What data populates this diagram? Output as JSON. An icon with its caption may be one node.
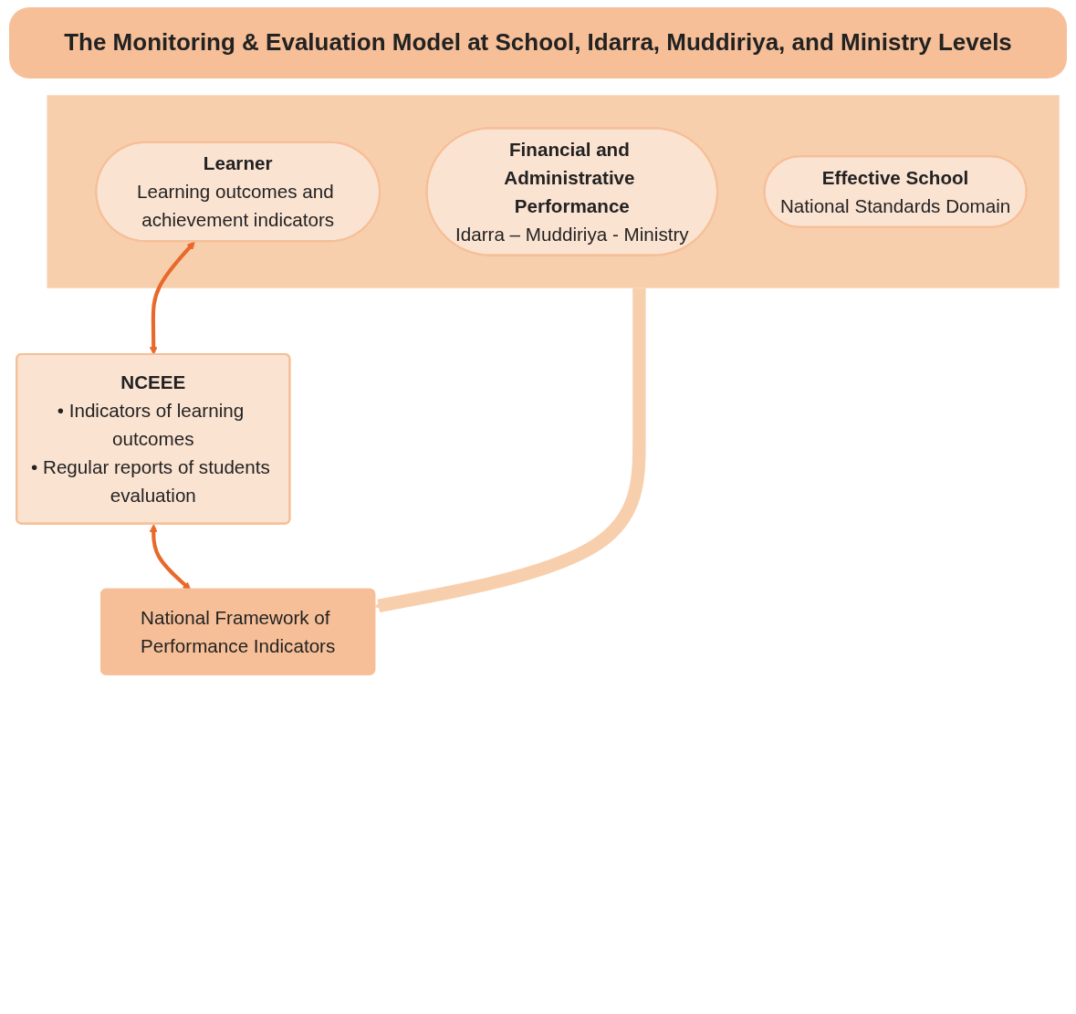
{
  "diagram": {
    "title": "The Monitoring & Evaluation Model at School, Idarra, Muddiriya, and Ministry Levels",
    "nodes": [
      {
        "text": [],
        "shape": "box"
      },
      {
        "text": [
          "Learner",
          "Learning outcomes and achievement indicators"
        ],
        "in": 0
      },
      {
        "text": [
          "Financial and Administrative Performance",
          "Idarra – Muddiriya - Ministry"
        ],
        "in": 0
      },
      {
        "text": [
          "Effective School",
          "National Standards Domain"
        ],
        "in": 0
      },
      {
        "text": [
          "NCEEE",
          "• Indicators of learning outcomes",
          "• Regular reports of students evaluation"
        ]
      },
      {
        "text": [
          "National Framework of Performance Indicators"
        ]
      }
    ],
    "edges": [
      {
        "from": 1,
        "to": 4,
        "arrow": "both"
      },
      {
        "from": 0,
        "to": 5,
        "arrow": "to",
        "style": "thick",
        "color": "#f8cfad"
      },
      {
        "from": 4,
        "to": 5,
        "arrow": "both"
      }
    ]
  }
}
